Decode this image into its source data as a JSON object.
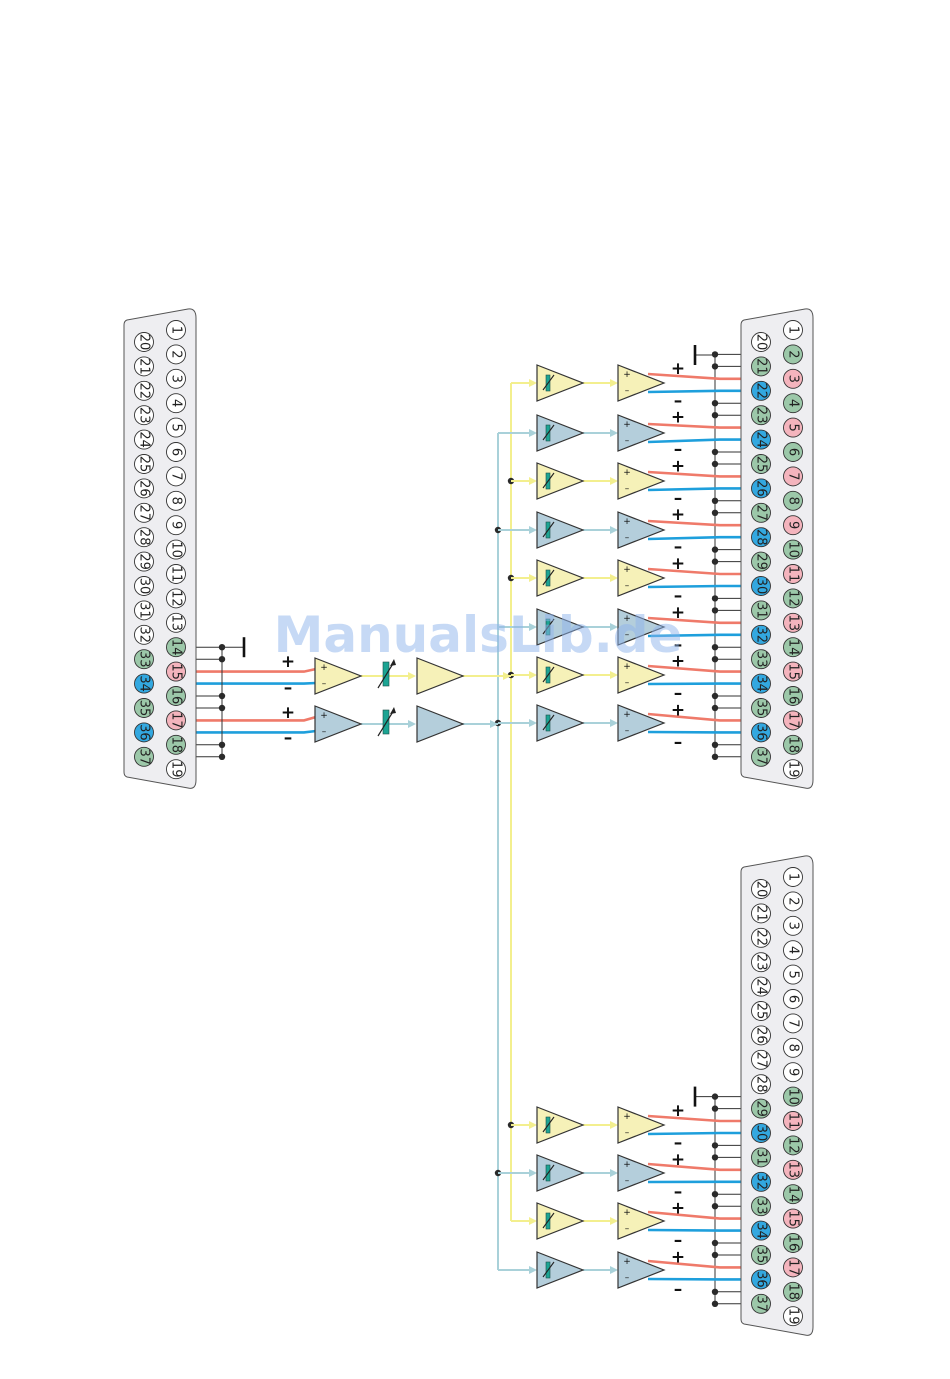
{
  "colors": {
    "pos_signal": "#ef7a6a",
    "neg_signal": "#1e9fdc",
    "bus_yellow": "#f3ef8e",
    "bus_blue": "#a9d1d9",
    "tri_yellow": "#f6f1b8",
    "tri_blue": "#b4cedb",
    "pin_green": "#9cc8a9",
    "pin_pink": "#f4b4bd",
    "pin_blue": "#33a8e0",
    "pin_white": "#ffffff",
    "connector_fill": "#eeeef1",
    "fader": "#1ca493"
  },
  "signs": {
    "plus": "+",
    "minus": "–"
  },
  "watermark": "ManualsLib.de",
  "pin_numbers": {
    "outer": [
      "1",
      "2",
      "3",
      "4",
      "5",
      "6",
      "7",
      "8",
      "9",
      "10",
      "11",
      "12",
      "13",
      "14",
      "15",
      "16",
      "17",
      "18",
      "19"
    ],
    "inner": [
      "20",
      "21",
      "22",
      "23",
      "24",
      "25",
      "26",
      "27",
      "28",
      "29",
      "30",
      "31",
      "32",
      "33",
      "34",
      "35",
      "36",
      "37"
    ]
  },
  "connectors": [
    {
      "id": "input-connector",
      "highlight": {
        "green": [
          "14",
          "16",
          "18",
          "33",
          "35",
          "37"
        ],
        "pink": [
          "15",
          "17"
        ],
        "blue": [
          "34",
          "36"
        ]
      }
    },
    {
      "id": "output-connector-1",
      "highlight": {
        "green": [
          "2",
          "4",
          "6",
          "8",
          "10",
          "12",
          "14",
          "16",
          "18",
          "21",
          "23",
          "25",
          "27",
          "29",
          "31",
          "33",
          "35",
          "37"
        ],
        "pink": [
          "3",
          "5",
          "7",
          "9",
          "11",
          "13",
          "15",
          "17"
        ],
        "blue": [
          "22",
          "24",
          "26",
          "28",
          "30",
          "32",
          "34",
          "36"
        ]
      }
    },
    {
      "id": "output-connector-2",
      "highlight": {
        "green": [
          "10",
          "12",
          "14",
          "16",
          "18",
          "29",
          "31",
          "33",
          "35",
          "37"
        ],
        "pink": [
          "11",
          "13",
          "15",
          "17"
        ],
        "blue": [
          "30",
          "32",
          "34",
          "36"
        ]
      }
    }
  ]
}
